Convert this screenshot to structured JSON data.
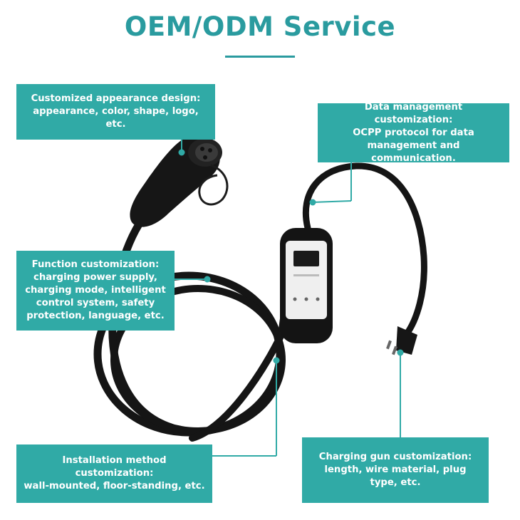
{
  "header": {
    "title": "OEM/ODM Service"
  },
  "callouts": {
    "appearance": {
      "line1": "Customized appearance design:",
      "line2": "appearance, color, shape, logo, etc."
    },
    "data_management": {
      "line1": "Data management customization:",
      "line2": "OCPP protocol for data",
      "line3": "management and communication."
    },
    "function": {
      "line1": "Function customization:",
      "line2": "charging power supply,",
      "line3": "charging mode, intelligent",
      "line4": "control system, safety",
      "line5": "protection, language, etc."
    },
    "installation": {
      "line1": "Installation method customization:",
      "line2": "wall-mounted, floor-standing, etc."
    },
    "charging_gun": {
      "line1": "Charging gun customization:",
      "line2": "length, wire material, plug",
      "line3": "type, etc."
    }
  },
  "colors": {
    "accent": "#2a9b9f",
    "callout_bg": "#30aaa6",
    "callout_text": "#ffffff",
    "device_body": "#151515"
  },
  "product_image": {
    "icon": "ev-portable-charger-illustration"
  }
}
